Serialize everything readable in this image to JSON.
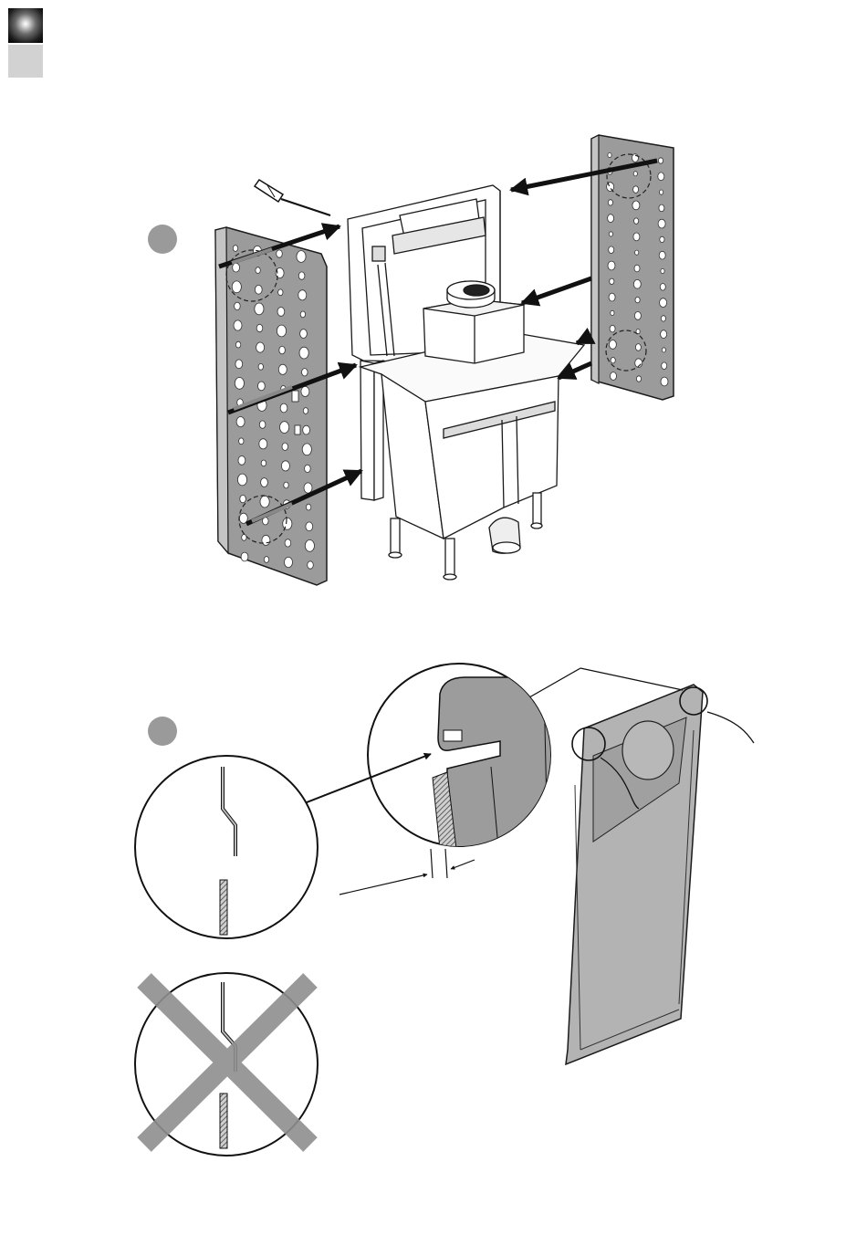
{
  "page": {
    "text_visible": false
  },
  "colors": {
    "corner_tab_dark": "#000000",
    "corner_tab_light": "#d2d2d2",
    "panel_fill": "#999999",
    "panel_edge": "#1a1a1a",
    "step_badge": "#999999",
    "prohibited_cross": "#8f8f8f",
    "insulation_hatch": "#555555"
  },
  "steps": [
    {
      "id": "step-1",
      "badge": "circle",
      "description_icon": "exploded-assembly-side-panels"
    },
    {
      "id": "step-2",
      "badge": "circle",
      "description_icon": "panel-hook-detail"
    }
  ],
  "details": [
    {
      "id": "correct-hook-profile",
      "icon": "bent-edge-profile-correct-icon"
    },
    {
      "id": "incorrect-hook-profile",
      "icon": "bent-edge-profile-wrong-icon",
      "prohibited": true
    }
  ],
  "icons": [
    "screwdriver-icon",
    "arrow-icon",
    "magnifier-detail-icon",
    "cross-out-icon"
  ]
}
